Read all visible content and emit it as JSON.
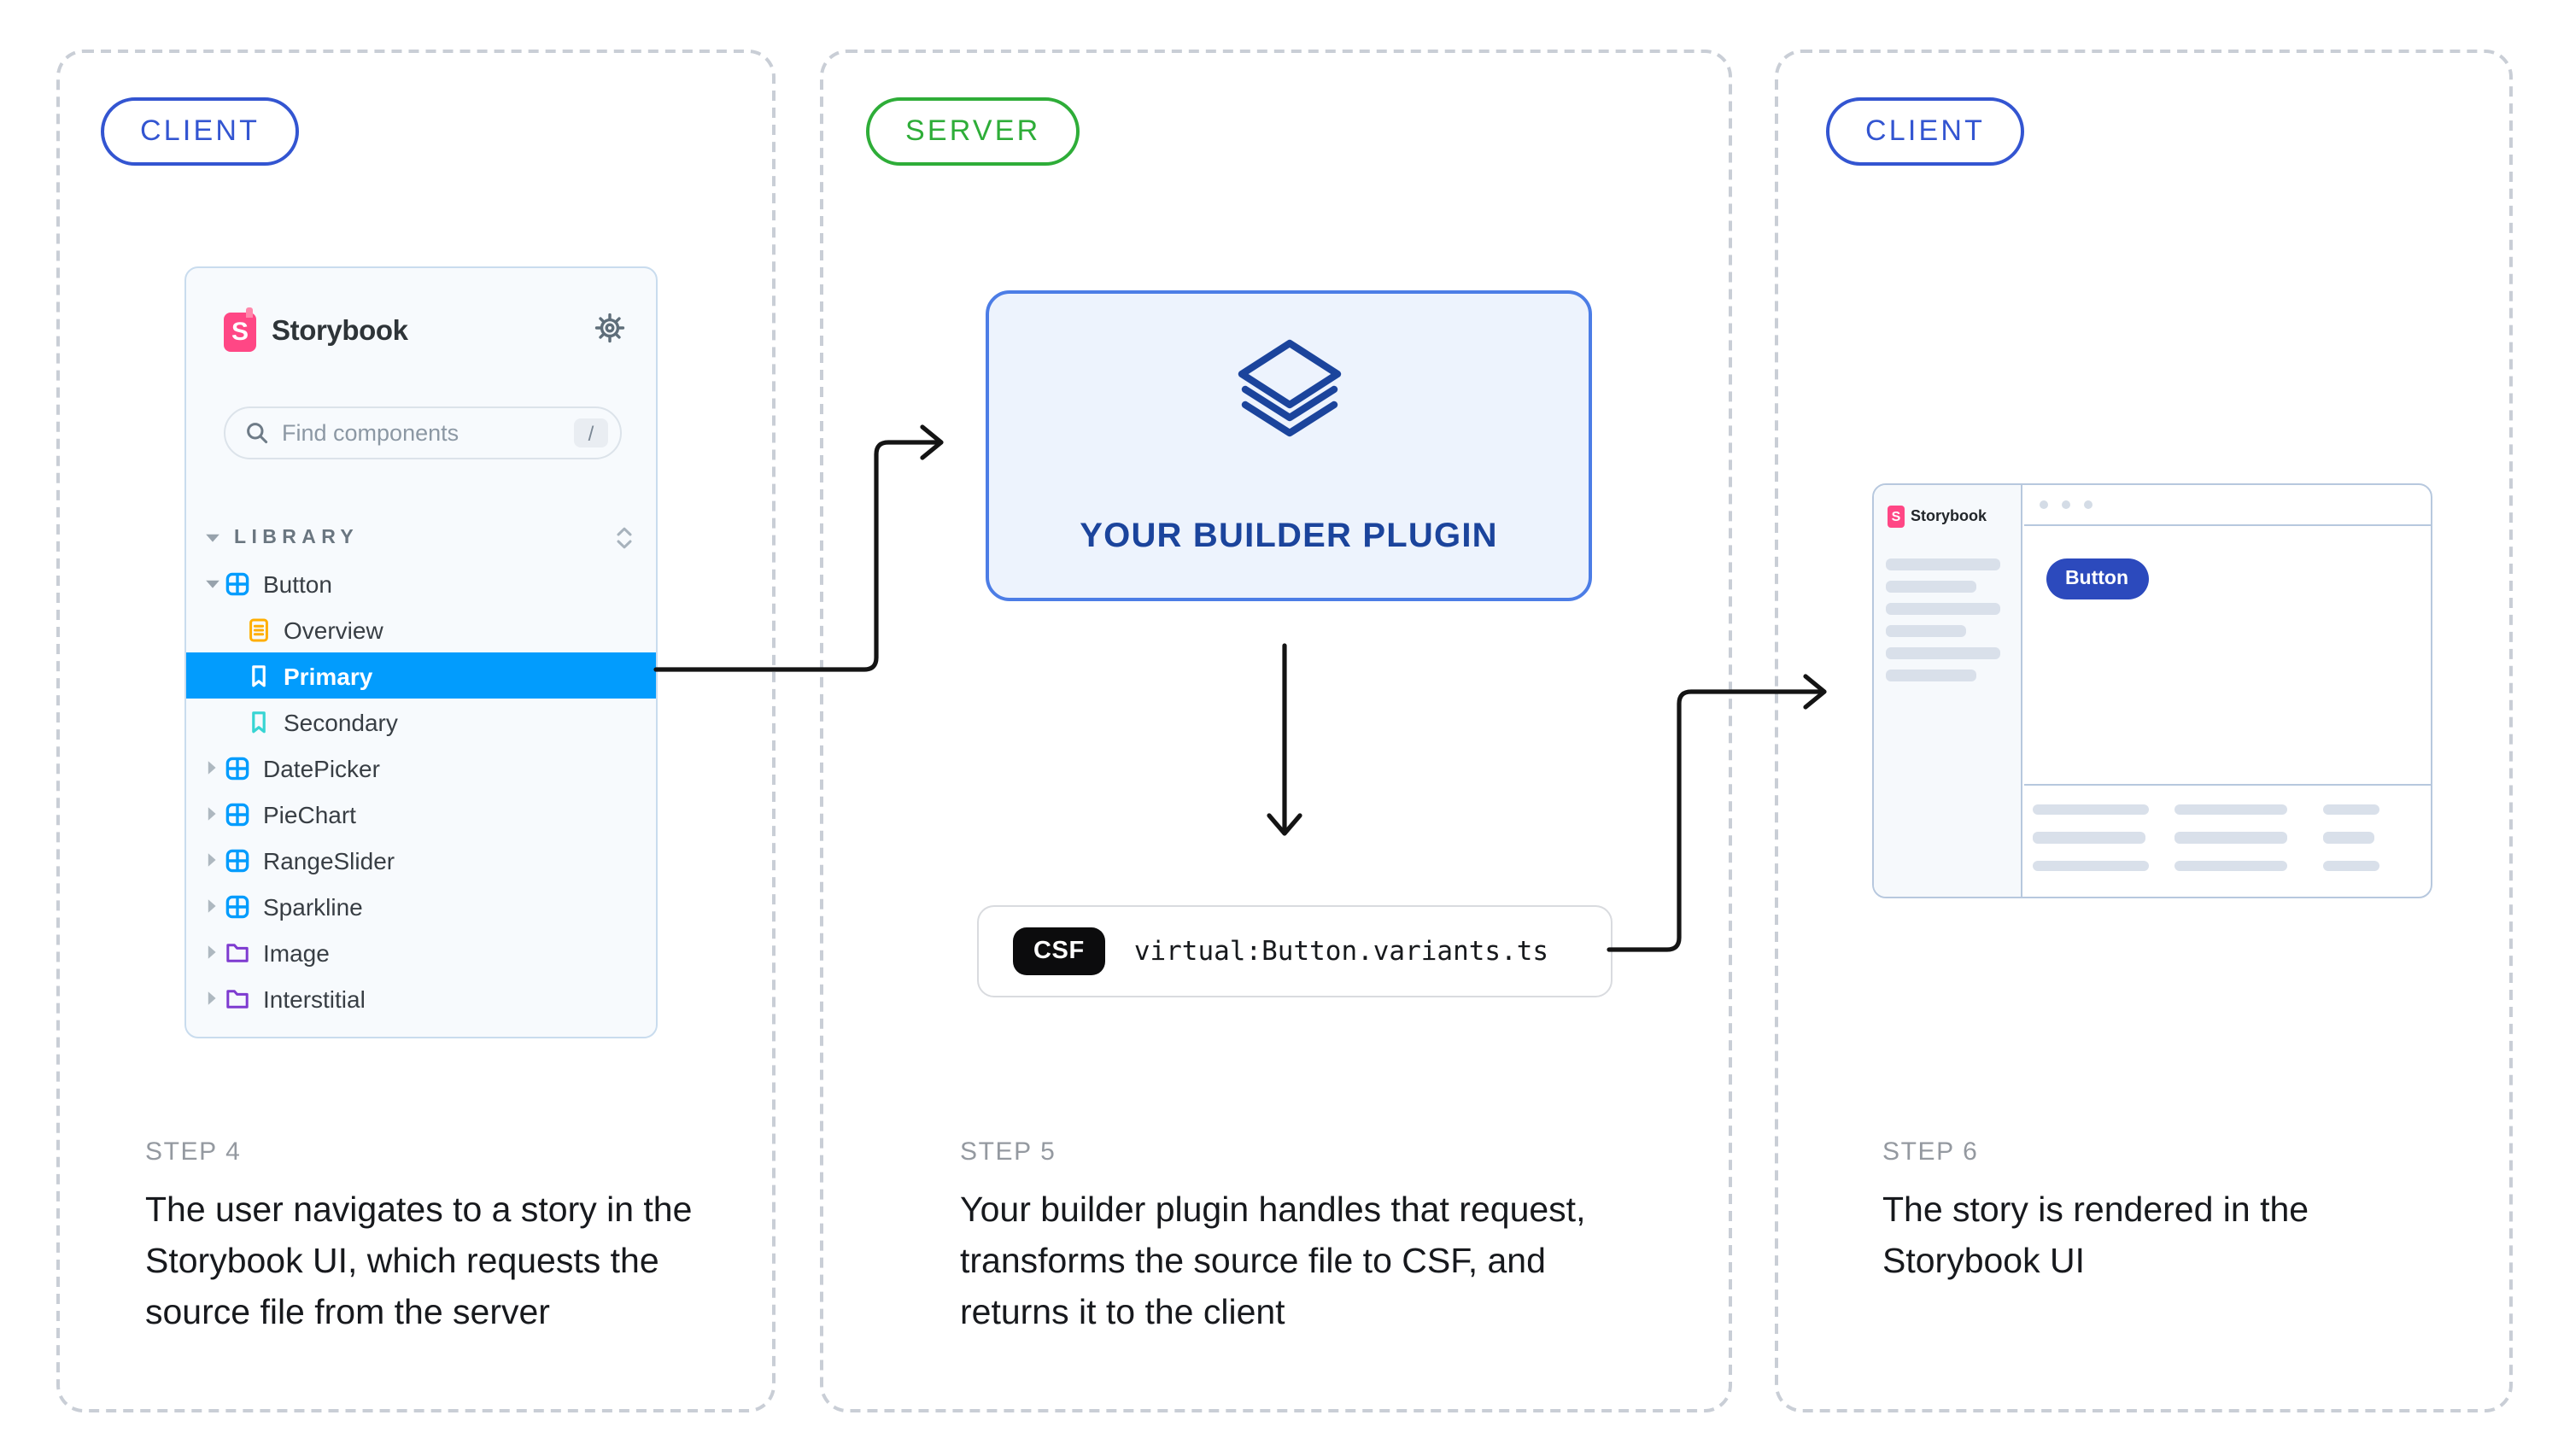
{
  "colors": {
    "client_blue": "#3355D1",
    "server_green": "#2EAD38",
    "storybook_pink": "#FF4785",
    "selected_blue": "#029CFD",
    "component_blue": "#029CFD",
    "doc_orange": "#FFAE00",
    "story_teal": "#37D5D3",
    "folder_purple": "#7E3BD0",
    "plugin_blue": "#1B449C",
    "plugin_bg": "#EDF3FD",
    "plugin_border": "#4C7DE6",
    "mini_button_blue": "#2C4ABD",
    "arrow_black": "#141414"
  },
  "panels": {
    "left": {
      "badge": "CLIENT",
      "step_label": "STEP 4",
      "step_text": "The user navigates to a story in the\nStorybook UI, which requests the\nsource file from the server"
    },
    "middle": {
      "badge": "SERVER",
      "step_label": "STEP 5",
      "step_text": "Your builder plugin handles that request,\ntransforms the source file to CSF, and\nreturns it to the client",
      "plugin_title": "YOUR BUILDER PLUGIN",
      "csf_badge": "CSF",
      "csf_path": "virtual:Button.variants.ts"
    },
    "right": {
      "badge": "CLIENT",
      "step_label": "STEP 6",
      "step_text": "The story is rendered in the\nStorybook UI",
      "mini_brand": "Storybook",
      "mini_button": "Button"
    }
  },
  "sidebar": {
    "brand": "Storybook",
    "search_placeholder": "Find components",
    "search_shortcut": "/",
    "section_label": "LIBRARY",
    "tree": [
      {
        "label": "Button",
        "icon": "component",
        "caret": "down",
        "level": 1,
        "selected": false
      },
      {
        "label": "Overview",
        "icon": "doc",
        "caret": "none",
        "level": 2,
        "selected": false
      },
      {
        "label": "Primary",
        "icon": "story",
        "caret": "none",
        "level": 2,
        "selected": true
      },
      {
        "label": "Secondary",
        "icon": "story",
        "caret": "none",
        "level": 2,
        "selected": false
      },
      {
        "label": "DatePicker",
        "icon": "component",
        "caret": "right",
        "level": 1,
        "selected": false
      },
      {
        "label": "PieChart",
        "icon": "component",
        "caret": "right",
        "level": 1,
        "selected": false
      },
      {
        "label": "RangeSlider",
        "icon": "component",
        "caret": "right",
        "level": 1,
        "selected": false
      },
      {
        "label": "Sparkline",
        "icon": "component",
        "caret": "right",
        "level": 1,
        "selected": false
      },
      {
        "label": "Image",
        "icon": "folder",
        "caret": "right",
        "level": 1,
        "selected": false
      },
      {
        "label": "Interstitial",
        "icon": "folder",
        "caret": "right",
        "level": 1,
        "selected": false
      }
    ]
  }
}
